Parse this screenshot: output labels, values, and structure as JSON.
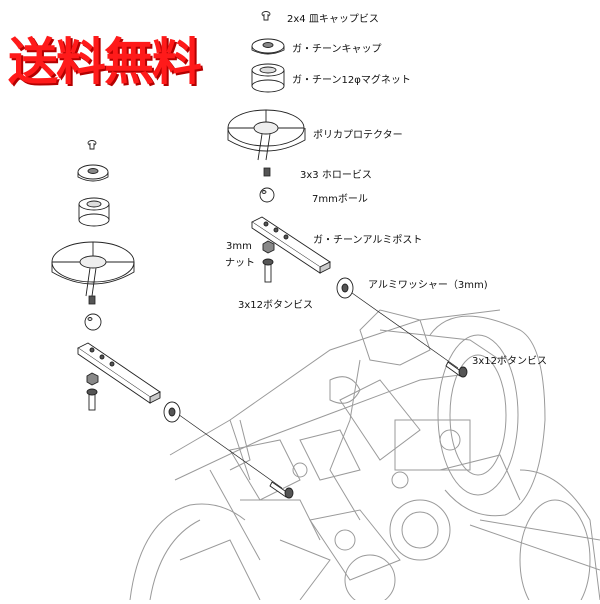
{
  "banner": {
    "text": "送料無料",
    "color": "#ff1a1a"
  },
  "labels": {
    "cap_screw": "2x4 皿キャップビス",
    "gachin_cap": "ガ・チーンキャップ",
    "magnet": "ガ・チーン12φマグネット",
    "protector": "ポリカプロテクター",
    "hollow_screw": "3x3 ホロービス",
    "ball": "7mmボール",
    "alu_post": "ガ・チーンアルミポスト",
    "nut_line1": "3mm",
    "nut_line2": "ナット",
    "button_screw_left": "3x12ボタンビス",
    "washer": "アルミワッシャー（3mm)",
    "button_screw_right": "3x12ボタンビス"
  },
  "colors": {
    "line": "#222222",
    "chassis": "#9a9a9a",
    "shade": "#d9d9d9"
  }
}
